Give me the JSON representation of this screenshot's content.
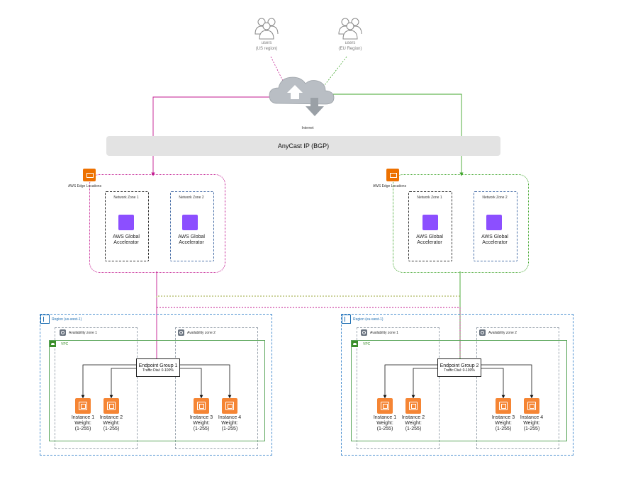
{
  "users": [
    {
      "label": "users",
      "sublabel": "(US region)"
    },
    {
      "label": "users",
      "sublabel": "(EU Region)"
    }
  ],
  "internet_label": "Internet",
  "anycast_label": "AnyCast IP (BGP)",
  "edge_locations": [
    {
      "label": "AWS Edge Locations",
      "zones": [
        {
          "title": "Network Zone 1",
          "service": "AWS Global\nAccelerator"
        },
        {
          "title": "Network Zone 2",
          "service": "AWS Global\nAccelerator"
        }
      ]
    },
    {
      "label": "AWS Edge Locations",
      "zones": [
        {
          "title": "Network Zone 1",
          "service": "AWS Global\nAccelerator"
        },
        {
          "title": "Network Zone 2",
          "service": "AWS Global\nAccelerator"
        }
      ]
    }
  ],
  "regions": [
    {
      "label": "Region (us-west-1)",
      "az1": "Availability zone 1",
      "az2": "Availability zone 2",
      "vpc": "VPC",
      "endpoint_group": {
        "title": "Endpoint Group 1",
        "dial": "Traffic Dial: 0-100%"
      },
      "instances": [
        {
          "label": "Instance 1\nWeight:\n(1-255)"
        },
        {
          "label": "Instance 2\nWeight:\n(1-255)"
        },
        {
          "label": "Instance 3\nWeight:\n(1-255)"
        },
        {
          "label": "Instance 4\nWeight:\n(1-255)"
        }
      ]
    },
    {
      "label": "Region (eu-west-1)",
      "az1": "Availability zone 1",
      "az2": "Availability zone 2",
      "vpc": "VPC",
      "endpoint_group": {
        "title": "Endpoint Group 2",
        "dial": "Traffic Dial: 0-100%"
      },
      "instances": [
        {
          "label": "Instance 1\nWeight:\n(1-255)"
        },
        {
          "label": "Instance 2\nWeight:\n(1-255)"
        },
        {
          "label": "Instance 3\nWeight:\n(1-255)"
        },
        {
          "label": "Instance 4\nWeight:\n(1-255)"
        }
      ]
    }
  ],
  "colors": {
    "us_path": "#c2188f",
    "eu_path": "#3fa52a",
    "accelerator": "#8c4fff",
    "instance": "#f58534",
    "edge": "#ed7100"
  }
}
